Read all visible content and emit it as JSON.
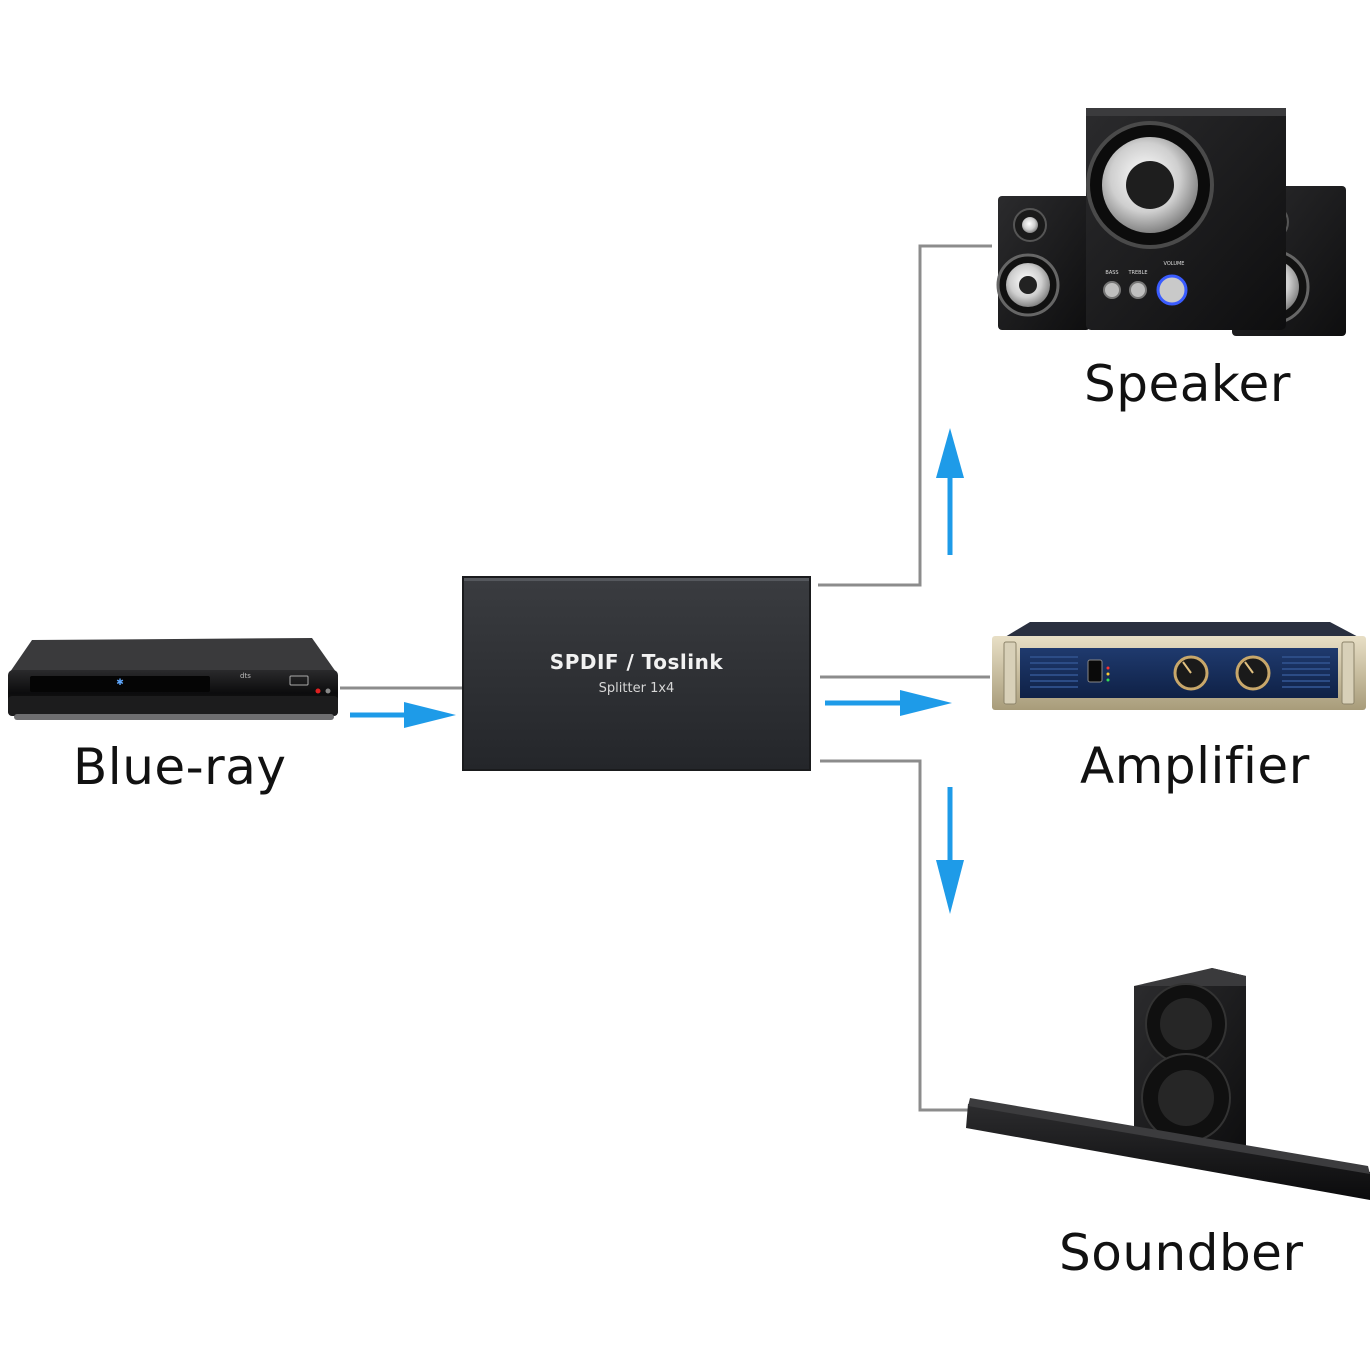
{
  "splitter": {
    "title": "SPDIF / Toslink",
    "subtitle": "Splitter 1x4"
  },
  "devices": {
    "source": {
      "label": "Blue-ray"
    },
    "outputs": [
      {
        "label": "Speaker"
      },
      {
        "label": "Amplifier"
      },
      {
        "label": "Soundber"
      }
    ]
  },
  "speaker_knobs": [
    "BASS",
    "TREBLE",
    "VOLUME"
  ],
  "colors": {
    "arrow": "#1e9be8",
    "line": "#8c8c8c",
    "splitter": "#2e3033"
  }
}
